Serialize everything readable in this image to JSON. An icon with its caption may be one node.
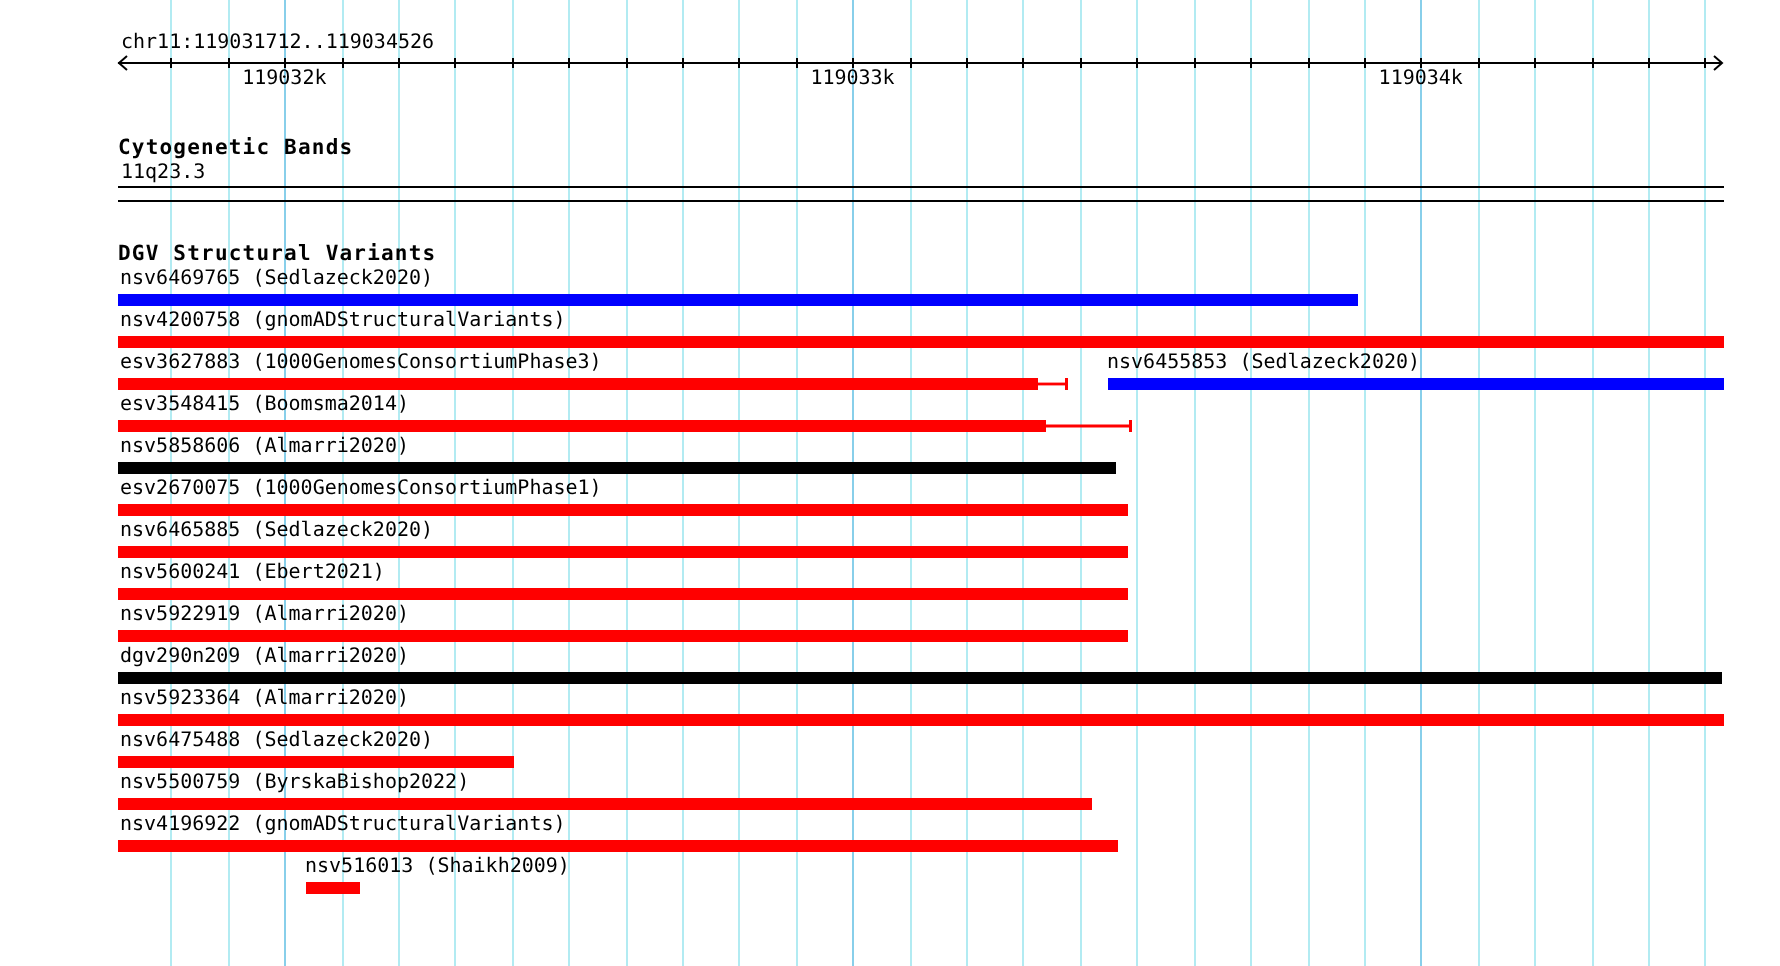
{
  "diagram": {
    "nodes": [
      {
        "text": [
          "11q23.3"
        ]
      },
      {
        "text": [
          "nsv6469765 (Sedlazeck2020)"
        ]
      },
      {
        "text": [
          "nsv4200758 (gnomADStructuralVariants)"
        ]
      },
      {
        "text": [
          "esv3627883 (1000GenomesConsortiumPhase3)"
        ]
      },
      {
        "text": [
          "nsv6455853 (Sedlazeck2020)"
        ]
      },
      {
        "text": [
          "esv3548415 (Boomsma2014)"
        ]
      },
      {
        "text": [
          "nsv5858606 (Almarri2020)"
        ]
      },
      {
        "text": [
          "esv2670075 (1000GenomesConsortiumPhase1)"
        ]
      },
      {
        "text": [
          "nsv6465885 (Sedlazeck2020)"
        ]
      },
      {
        "text": [
          "nsv5600241 (Ebert2021)"
        ]
      },
      {
        "text": [
          "nsv5922919 (Almarri2020)"
        ]
      },
      {
        "text": [
          "dgv290n209 (Almarri2020)"
        ]
      },
      {
        "text": [
          "nsv5923364 (Almarri2020)"
        ]
      },
      {
        "text": [
          "nsv6475488 (Sedlazeck2020)"
        ]
      },
      {
        "text": [
          "nsv5500759 (ByrskaBishop2022)"
        ]
      },
      {
        "text": [
          "nsv4196922 (gnomADStructuralVariants)"
        ]
      },
      {
        "text": [
          "nsv516013 (Shaikh2009)"
        ]
      }
    ],
    "labels": [
      "chr11:119031712..119034526",
      "119032k",
      "119033k",
      "119034k",
      "Cytogenetic Bands",
      "DGV Structural Variants"
    ]
  }
}
